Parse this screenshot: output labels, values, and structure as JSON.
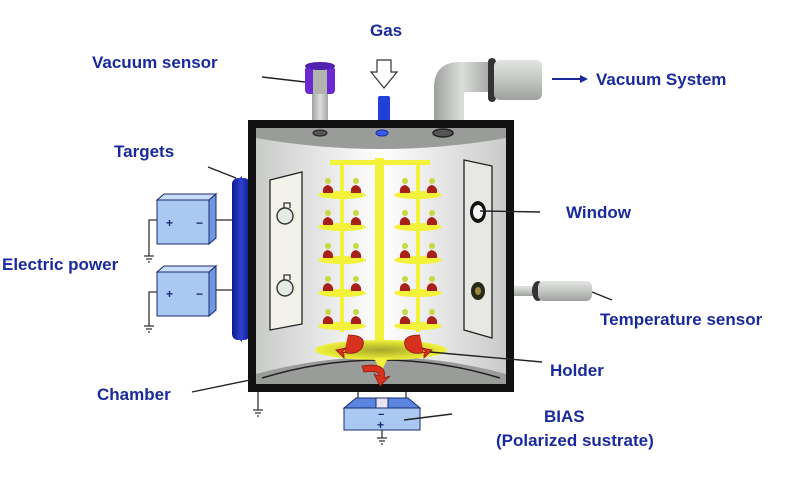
{
  "diagram": {
    "title": "Vacuum deposition chamber schematic",
    "label_color": "#1a2a9c",
    "labels": {
      "vacuum_sensor": "Vacuum sensor",
      "gas": "Gas",
      "vacuum_system": "Vacuum System",
      "targets": "Targets",
      "electric_power": "Electric power",
      "window": "Window",
      "temperature_sensor": "Temperature sensor",
      "holder": "Holder",
      "chamber": "Chamber",
      "bias_line1": "BIAS",
      "bias_line2": "(Polarized sustrate)"
    },
    "power_supply_signs": {
      "positive": "+",
      "negative": "−"
    },
    "bias_signs": {
      "negative": "−",
      "positive": "+"
    },
    "colors": {
      "chamber_frame": "#111111",
      "chamber_interior": "#d4d6d4",
      "target": "#1c2aa8",
      "power_box": "#a9c8f2",
      "holder": "#f2f23a",
      "rotation_arrow": "#d8321e",
      "gas_inlet": "#2040d8",
      "vacuum_sensor": "#6a2ad0",
      "pipe": "#b8bab8"
    }
  }
}
